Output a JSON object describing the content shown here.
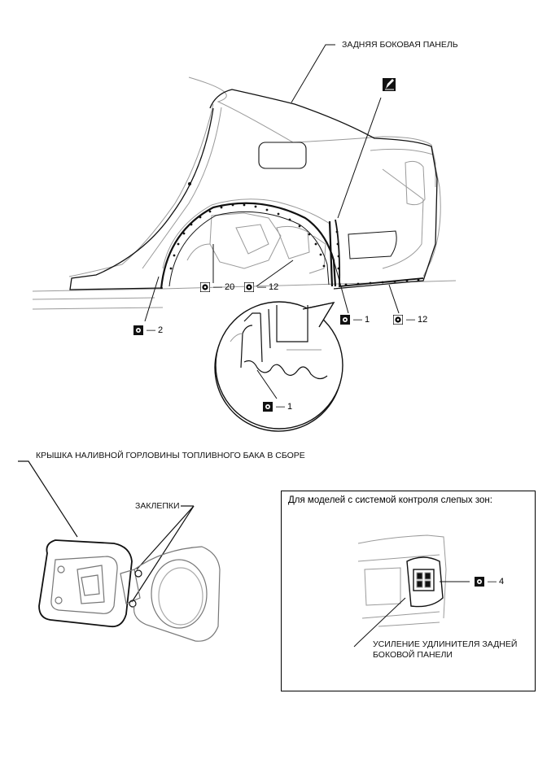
{
  "labels": {
    "rear_side_panel": "ЗАДНЯЯ БОКОВАЯ ПАНЕЛЬ",
    "fuel_lid_assembly": "КРЫШКА НАЛИВНОЙ ГОРЛОВИНЫ ТОПЛИВНОГО БАКА В СБОРЕ",
    "rivets": "ЗАКЛЕПКИ",
    "reinforcement_line1": "УСИЛЕНИЕ УДЛИНИТЕЛЯ ЗАДНЕЙ",
    "reinforcement_line2": "БОКОВОЙ ПАНЕЛИ"
  },
  "callout": {
    "title": "Для моделей с системой контроля слепых зон:"
  },
  "weld_refs": [
    {
      "id": "ref-20",
      "symbol": "round-spot-weld-icon",
      "text": "20"
    },
    {
      "id": "ref-12a",
      "symbol": "round-spot-weld-icon",
      "text": "12"
    },
    {
      "id": "ref-2",
      "symbol": "square-spot-weld-icon",
      "text": "2"
    },
    {
      "id": "ref-1",
      "symbol": "square-spot-weld-icon",
      "text": "1"
    },
    {
      "id": "ref-12b",
      "symbol": "round-spot-weld-icon",
      "text": "12"
    },
    {
      "id": "ref-1-detail",
      "symbol": "square-spot-weld-icon",
      "text": "1"
    },
    {
      "id": "ref-4",
      "symbol": "square-spot-weld-icon",
      "text": "4"
    }
  ],
  "colors": {
    "line": "#000000",
    "light_line": "#9a9a9a",
    "background": "#ffffff"
  }
}
